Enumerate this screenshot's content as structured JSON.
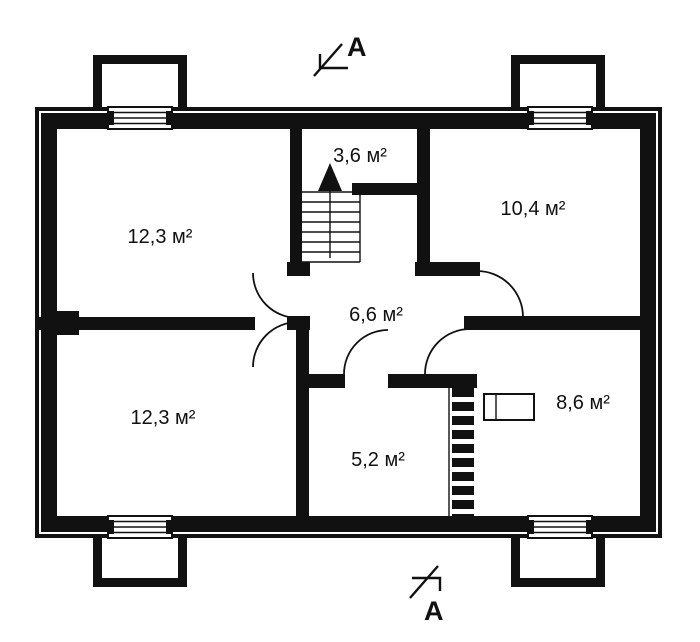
{
  "plan": {
    "section_marks": {
      "top": "A",
      "bottom": "A"
    },
    "rooms": [
      {
        "id": "top-left",
        "area": "12,3 м²"
      },
      {
        "id": "stairwell",
        "area": "3,6 м²"
      },
      {
        "id": "top-right",
        "area": "10,4 м²"
      },
      {
        "id": "hall",
        "area": "6,6 м²"
      },
      {
        "id": "bottom-left",
        "area": "12,3 м²"
      },
      {
        "id": "bottom-center",
        "area": "5,2 м²"
      },
      {
        "id": "bottom-right",
        "area": "8,6 м²"
      }
    ],
    "colors": {
      "wall": "#111111",
      "background": "#ffffff"
    }
  }
}
